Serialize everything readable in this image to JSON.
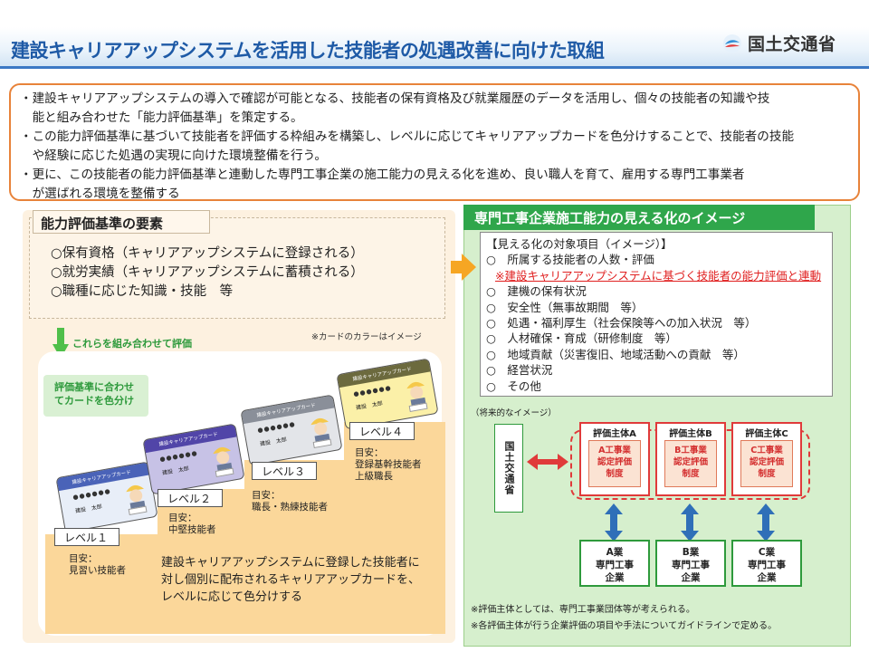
{
  "header": {
    "title": "建設キャリアアップシステムを活用した技能者の処遇改善に向けた取組",
    "logo_text": "国土交通省",
    "logo_icon": "ministry-wave-logo"
  },
  "summary": [
    "・建設キャリアアップシステムの導入で確認が可能となる、技能者の保有資格及び就業履歴のデータを活用し、個々の技能者の知識や技",
    "　能と組み合わせた「能力評価基準」を策定する。",
    "・この能力評価基準に基づいて技能者を評価する枠組みを構築し、レベルに応じてキャリアアップカードを色分けすることで、技能者の技能",
    "　や経験に応じた処遇の実現に向けた環境整備を行う。",
    "・更に、この技能者の能力評価基準と連動した専門工事企業の施工能力の見える化を進め、良い職人を育て、雇用する専門工事業者",
    "　が選ばれる環境を整備する"
  ],
  "left": {
    "requirements_title": "能力評価基準の要素",
    "requirements": [
      "○保有資格（キャリアアップシステムに登録される）",
      "○就労実績（キャリアアップシステムに蓄積される）",
      "○職種に応じた知識・技能　等"
    ],
    "combine_label": "これらを組み合わせて評価",
    "card_note": "※カードのカラーはイメージ",
    "color_tag": [
      "評価基準に合わせ",
      "てカードを色分け"
    ],
    "card_header": "建設キャリアアップカード",
    "card_name": "建設　太郎",
    "card_colors": [
      "#4a63b8",
      "#5145a8",
      "#8a8f99",
      "#f3d650"
    ],
    "levels": [
      {
        "label": "レベル１",
        "desc": [
          "目安：",
          "見習い技能者"
        ]
      },
      {
        "label": "レベル２",
        "desc": [
          "目安：",
          "中堅技能者"
        ]
      },
      {
        "label": "レベル３",
        "desc": [
          "目安：",
          "職長・熟練技能者"
        ]
      },
      {
        "label": "レベル４",
        "desc": [
          "目安：",
          "登録基幹技能者",
          "上級職長"
        ]
      }
    ],
    "bottom_text": [
      "建設キャリアアップシステムに登録した技能者に",
      "対し個別に配布されるキャリアアップカードを、",
      "レベルに応じて色分けする"
    ]
  },
  "right": {
    "title": "専門工事企業施工能力の見える化のイメージ",
    "items_head": "【見える化の対象項目（イメージ）】",
    "items": [
      "○　所属する技能者の人数・評価",
      "○　建機の保有状況",
      "○　安全性（無事故期間　等）",
      "○　処遇・福利厚生（社会保険等への加入状況　等）",
      "○　人材確保・育成（研修制度　等）",
      "○　地域貢献（災害復旧、地域活動への貢献　等）",
      "○　経営状況",
      "○　その他"
    ],
    "items_red": "※建設キャリアアップシステムに基づく技能者の能力評価と連動",
    "future_label": "（将来的なイメージ）",
    "ministry": "国土交通省",
    "bodies": [
      {
        "head": "評価主体A",
        "inner": [
          "A工事業",
          "認定評価",
          "制度"
        ],
        "ent": [
          "A業",
          "専門工事",
          "企業"
        ]
      },
      {
        "head": "評価主体B",
        "inner": [
          "B工事業",
          "認定評価",
          "制度"
        ],
        "ent": [
          "B業",
          "専門工事",
          "企業"
        ]
      },
      {
        "head": "評価主体C",
        "inner": [
          "C工事業",
          "認定評価",
          "制度"
        ],
        "ent": [
          "C業",
          "専門工事",
          "企業"
        ]
      }
    ],
    "notes": [
      "※評価主体としては、専門工事業団体等が考えられる。",
      "※各評価主体が行う企業評価の項目や手法についてガイドラインで定める。"
    ]
  },
  "colors": {
    "title_blue": "#1e5aa6",
    "summary_border": "#e8833a",
    "green": "#2fa64b",
    "red": "#e03a3a",
    "blue_arrow": "#2f6fb8"
  }
}
